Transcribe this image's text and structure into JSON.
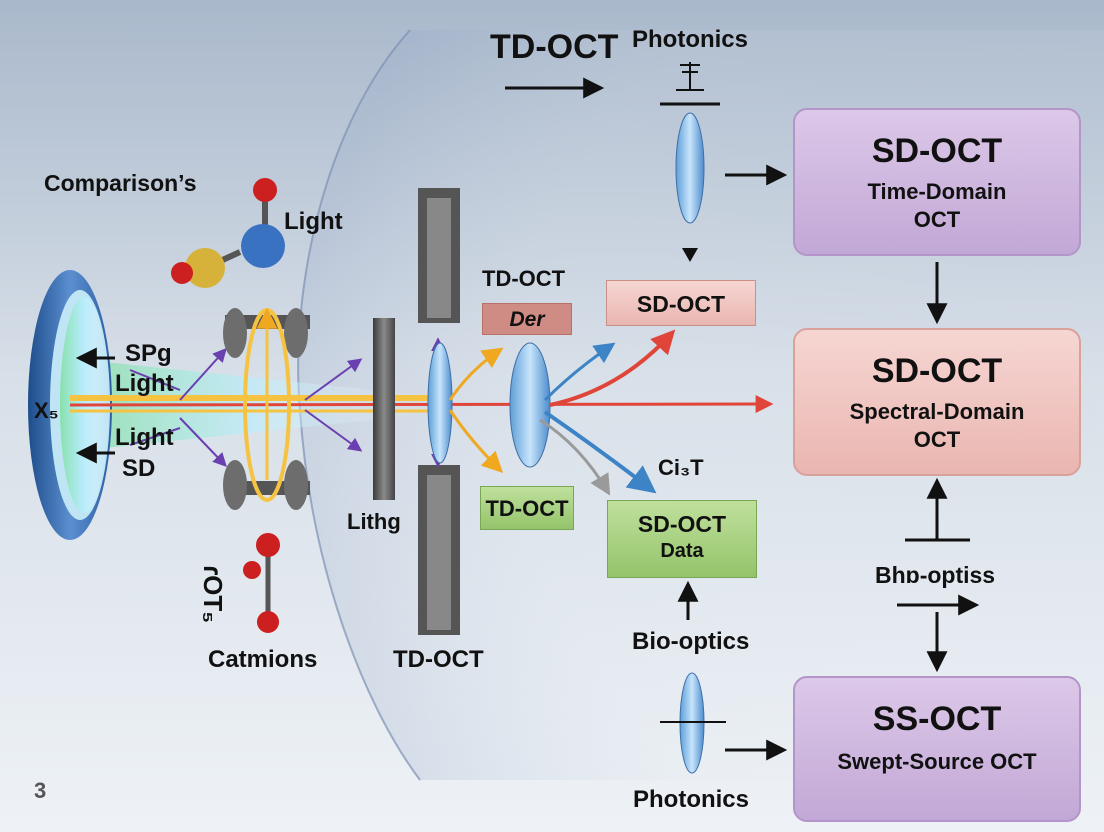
{
  "colors": {
    "background_top": "#a9b8cb",
    "background_bottom": "#eef2f6",
    "purple_box": "#cdb6dd",
    "pink_box": "#f0c6c2",
    "green_box": "#a8cf83",
    "beam_red": "#e0453a",
    "beam_yellow": "#f5c242",
    "lens_blue": "#9fcdf0",
    "arrow_purple": "#6a3fb0",
    "arrow_orange": "#f0a820",
    "arrow_blue": "#3c84c6"
  },
  "header": {
    "title": "TD-OCT",
    "photonics_top": "Photonics"
  },
  "left_labels": {
    "comparison": "Comparison’s",
    "light_molecule": "Light",
    "spg": "SPg",
    "light_1": "Light",
    "xs": "X₅",
    "light_2": "Light",
    "sd": "SD",
    "catmions": "Catmions",
    "lithg": "Lithg",
    "tdoct_bottom": "TD-OCT",
    "page_number": "3"
  },
  "center": {
    "tdoct_label": "TD-OCT",
    "der_box": "Der",
    "sdoct_small": "SD-OCT",
    "tdoct_green": "TD-OCT",
    "cist": "Ci₃T",
    "data_box_line1": "SD-OCT",
    "data_box_line2": "Data",
    "bio_optics": "Bio-optics",
    "photonics_bottom": "Photonics"
  },
  "right_boxes": [
    {
      "title": "SD-OCT",
      "subtitle_1": "Time-Domain",
      "subtitle_2": "OCT"
    },
    {
      "title": "SD-OCT",
      "subtitle_1": "Spectral-Domain",
      "subtitle_2": "OCT"
    },
    {
      "title": "SS-OCT",
      "subtitle_1": "Swept-Source OCT",
      "subtitle_2": ""
    }
  ],
  "right_labels": {
    "bio_optiss": "Bhɒ-optiss"
  },
  "molecule_label": "ɾOT₅"
}
